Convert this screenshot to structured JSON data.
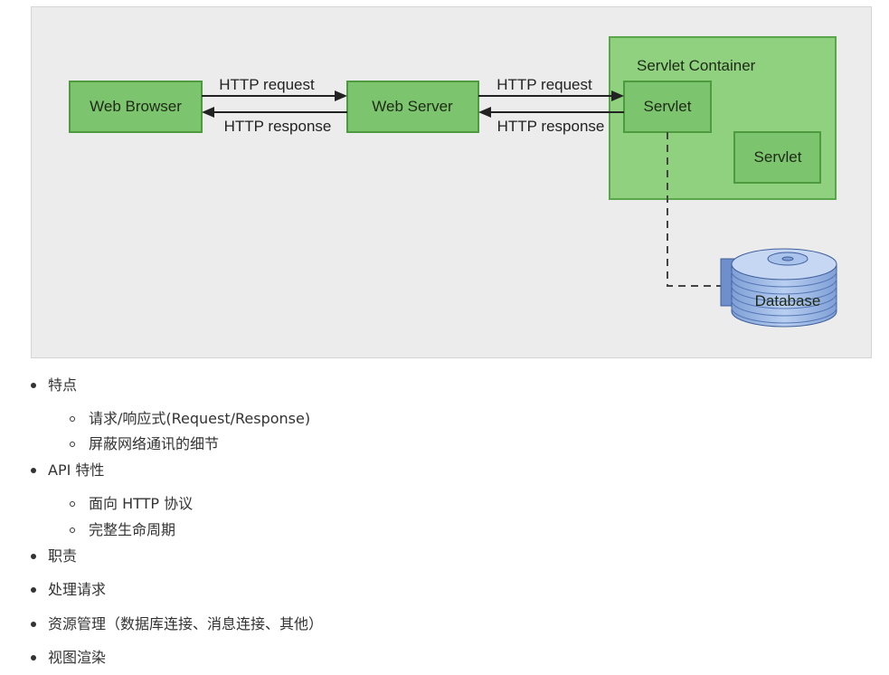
{
  "diagram": {
    "web_browser": "Web Browser",
    "web_server": "Web Server",
    "container_title": "Servlet Container",
    "servlet_primary": "Servlet",
    "servlet_secondary": "Servlet",
    "database": "Database",
    "http_request_1": "HTTP request",
    "http_response_1": "HTTP response",
    "http_request_2": "HTTP request",
    "http_response_2": "HTTP response",
    "colors": {
      "box_fill": "#7cc56e",
      "box_edge": "#4d9a3f",
      "container_fill": "#8fd17f",
      "background": "#ececec",
      "database_fill": "#9cb8e6"
    }
  },
  "list": [
    {
      "level": 1,
      "text": "特点"
    },
    {
      "level": 2,
      "text": "请求/响应式(Request/Response)"
    },
    {
      "level": 2,
      "text": "屏蔽网络通讯的细节"
    },
    {
      "level": 1,
      "text": "API 特性"
    },
    {
      "level": 2,
      "text": "面向 HTTP 协议"
    },
    {
      "level": 2,
      "text": "完整生命周期"
    },
    {
      "level": 1,
      "text": "职责"
    },
    {
      "level": 1,
      "text": "处理请求"
    },
    {
      "level": 1,
      "text": "资源管理（数据库连接、消息连接、其他）"
    },
    {
      "level": 1,
      "text": "视图渲染"
    }
  ]
}
